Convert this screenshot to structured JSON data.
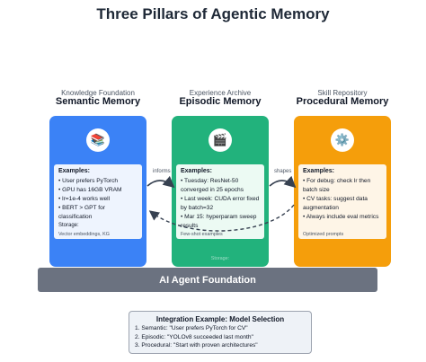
{
  "title": "Three Pillars of Agentic Memory",
  "pillars": [
    {
      "subtitle": "Knowledge Foundation",
      "title": "Semantic Memory",
      "icon": "books-icon",
      "icon_glyph": "📚",
      "color": "#3b82f6",
      "examples_heading": "Examples:",
      "examples": [
        "• User prefers PyTorch",
        "• GPU has 16GB VRAM",
        "• lr=1e-4 works well",
        "• BERT > GPT for classification"
      ],
      "storage": "Storage:",
      "note": "Vector embeddings, KG",
      "footer": ""
    },
    {
      "subtitle": "Experience Archive",
      "title": "Episodic Memory",
      "icon": "clapperboard-icon",
      "icon_glyph": "🎬",
      "color": "#22b27c",
      "examples_heading": "Examples:",
      "examples": [
        "• Tuesday: ResNet-50 converged in 25 epochs",
        "• Last week: CUDA error fixed by batch=32",
        "• Mar 15: hyperparam sweep results"
      ],
      "storage": "",
      "note": "Few-shot examples",
      "footer": "Storage:"
    },
    {
      "subtitle": "Skill Repository",
      "title": "Procedural Memory",
      "icon": "gear-icon",
      "icon_glyph": "⚙️",
      "color": "#f59e0b",
      "examples_heading": "Examples:",
      "examples": [
        "• For debug: check lr then batch size",
        "• CV tasks: suggest data augmentation",
        "• Always include eval metrics"
      ],
      "storage": "",
      "note": "Optimized prompts",
      "footer": ""
    }
  ],
  "connectors": {
    "informs": "informs",
    "shapes": "shapes"
  },
  "foundation": "AI Agent Foundation",
  "integration": {
    "title": "Integration Example: Model Selection",
    "lines": [
      "1. Semantic: \"User prefers PyTorch for CV\"",
      "2. Episodic: \"YOLOv8 succeeded last month\"",
      "3. Procedural: \"Start with proven architectures\""
    ]
  }
}
